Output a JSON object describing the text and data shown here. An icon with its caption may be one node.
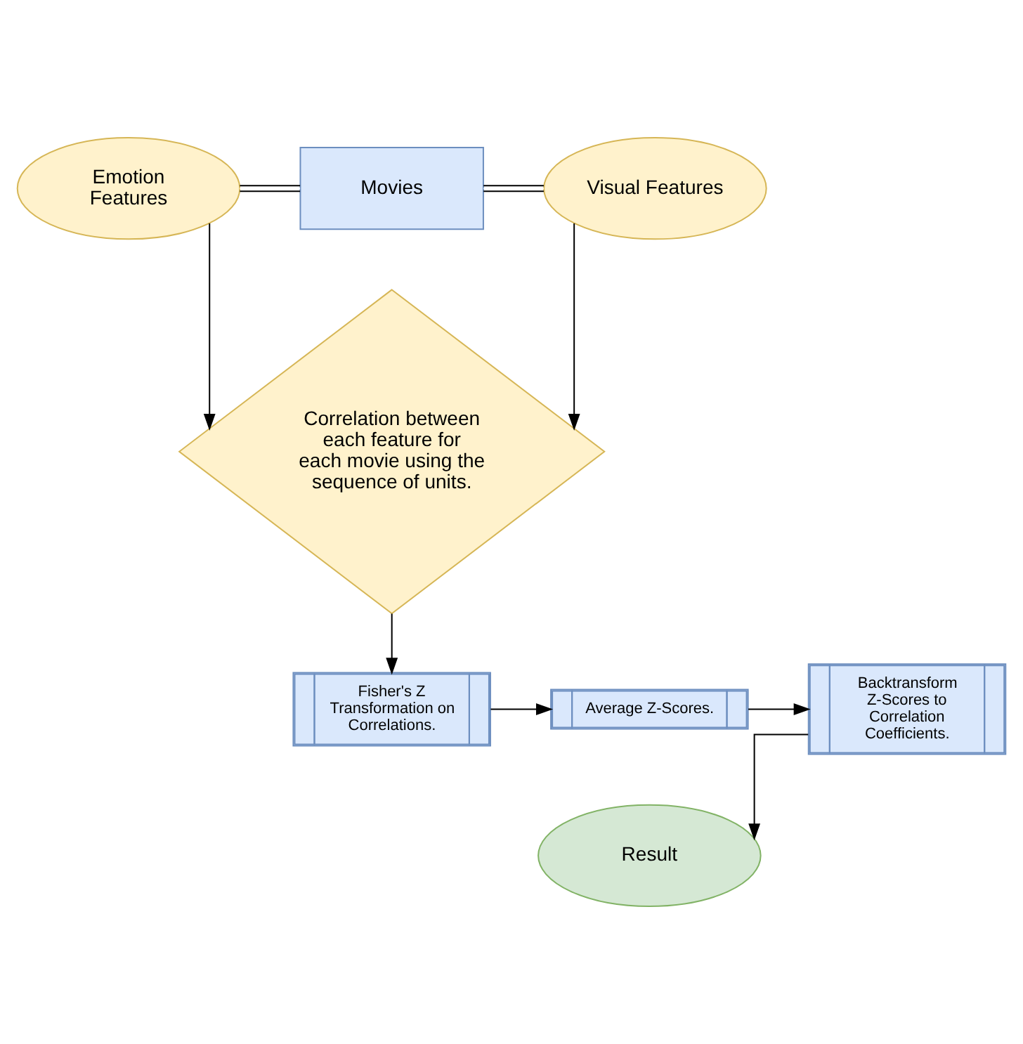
{
  "diagram": {
    "nodes": [
      {
        "text": [
          "Emotion Features"
        ]
      },
      {
        "text": [
          "Movies"
        ]
      },
      {
        "text": [
          "Visual Features"
        ]
      },
      {
        "text": [
          "Correlation between each feature for each movie using the sequence of units."
        ]
      },
      {
        "text": [
          "Fisher's Z Transformation on Correlations."
        ]
      },
      {
        "text": [
          "Average Z-Scores."
        ]
      },
      {
        "text": [
          "Backtransform Z-Scores to Correlation Coefficients."
        ]
      },
      {
        "text": [
          "Result"
        ]
      }
    ],
    "edges": [
      {
        "from": 0,
        "to": 1,
        "arrow": "none"
      },
      {
        "from": 1,
        "to": 2,
        "arrow": "none"
      },
      {
        "from": 0,
        "to": 3,
        "arrow": "to"
      },
      {
        "from": 2,
        "to": 3,
        "arrow": "to"
      },
      {
        "from": 3,
        "to": 4,
        "arrow": "to"
      },
      {
        "from": 4,
        "to": 5,
        "arrow": "to"
      },
      {
        "from": 5,
        "to": 6,
        "arrow": "to"
      },
      {
        "from": 6,
        "to": 7,
        "arrow": "to"
      }
    ]
  }
}
